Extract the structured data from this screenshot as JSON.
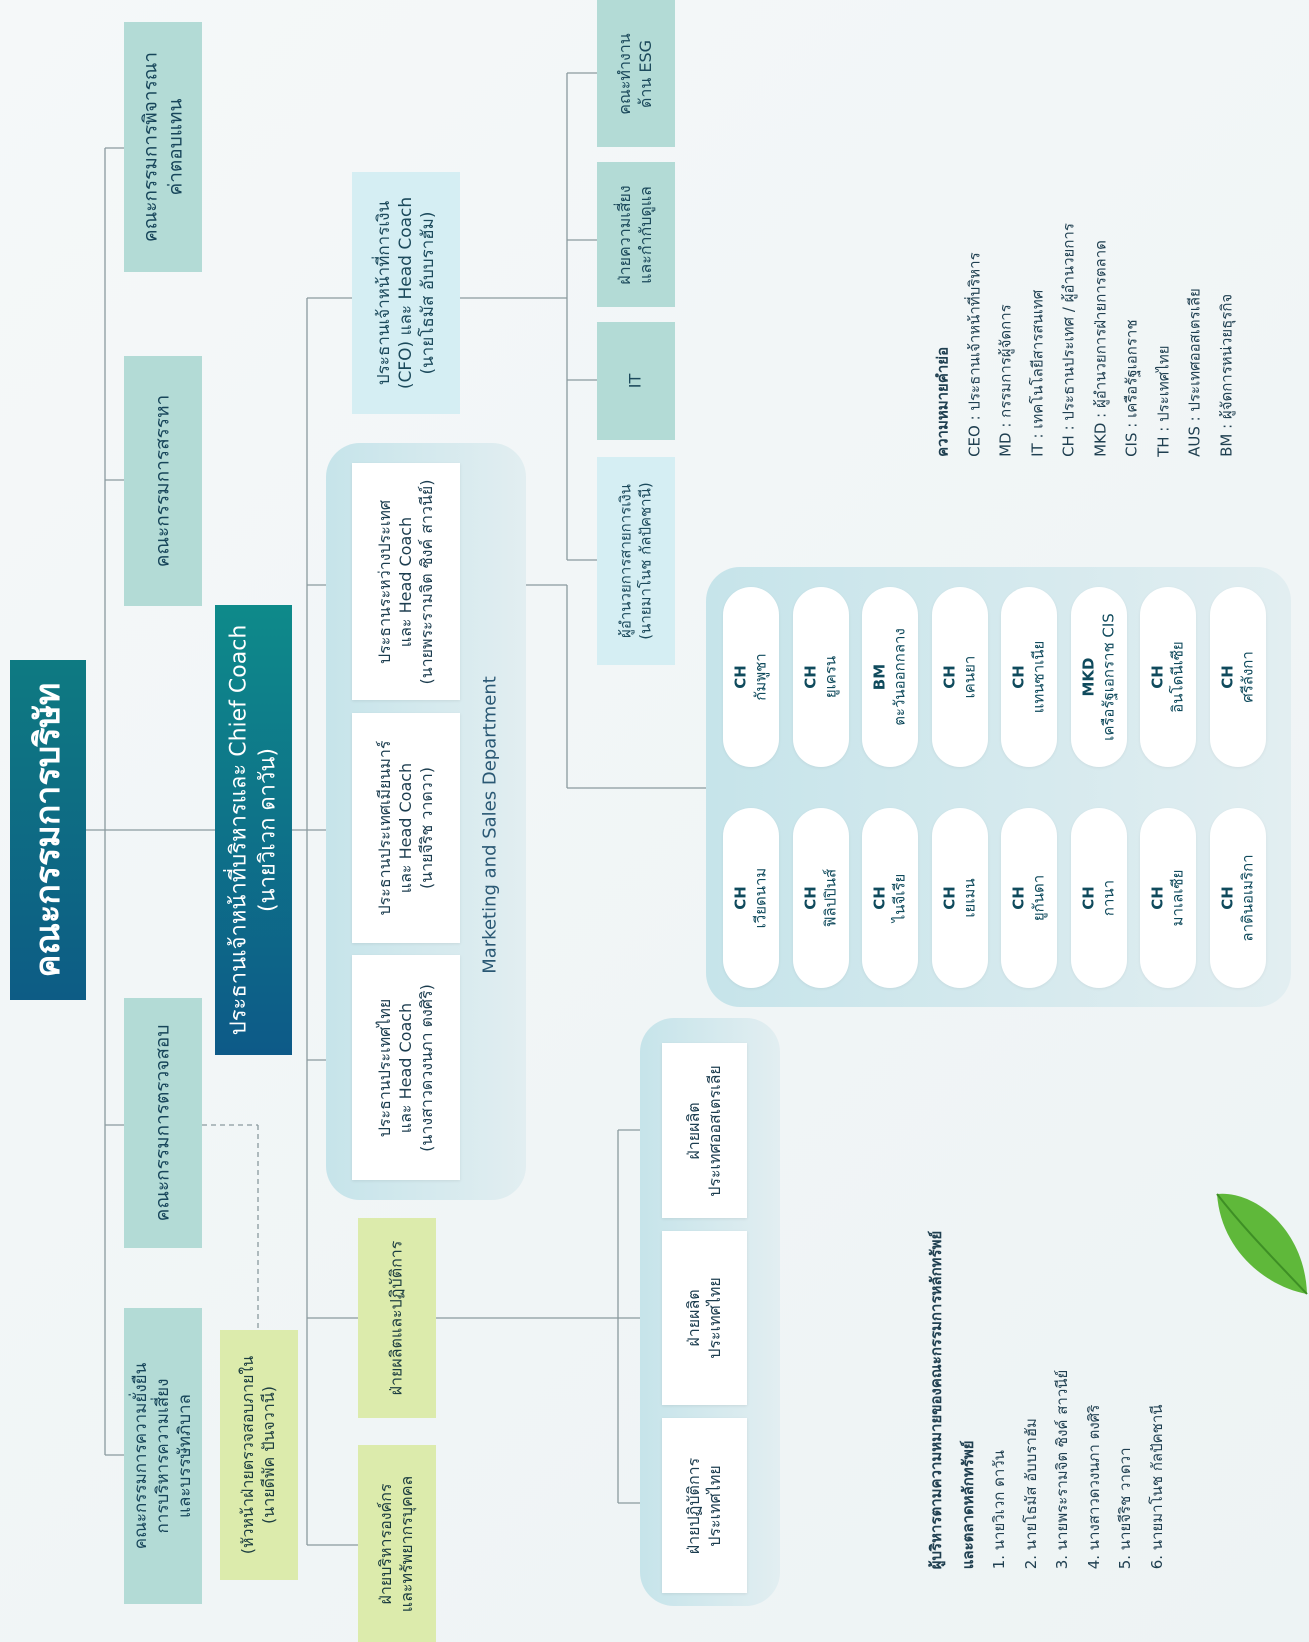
{
  "main_title": "คณะกรรมการบริษัท",
  "ceo": {
    "line1": "ประธานเจ้าหน้าที่บริหารและ Chief Coach",
    "line2": "(นายวิเวก ดาวัน)"
  },
  "committees": {
    "nomination": {
      "line1": "คณะกรรมการพิจารณา",
      "line2": "ค่าตอบแทน"
    },
    "recruitment": "คณะกรรมการสรรหา",
    "audit": "คณะกรรมการตรวจสอบ",
    "risk": {
      "line1": "คณะกรรมการความยั่งยืน",
      "line2": "การบริหารความเสี่ยง",
      "line3": "และบรรษัทภิบาล"
    }
  },
  "internal_audit": {
    "line1": "(หัวหน้าฝ่ายตรวจสอบภายใน",
    "line2": "(นายดีพัค ปันจวานี)"
  },
  "cfo": {
    "line1": "ประธานเจ้าหน้าที่การเงิน",
    "line2": "(CFO) และ Head Coach",
    "line3": "(นายโธมัส อับบราฮัม)"
  },
  "finance_units": {
    "esg": {
      "line1": "คณะทำงาน",
      "line2": "ด้าน ESG"
    },
    "risk_dept": {
      "line1": "ฝ่ายความเสี่ยง",
      "line2": "และกำกับดูแล"
    },
    "it": "IT",
    "finance_director": {
      "line1": "ผู้อำนวยการสายการเงิน",
      "line2": "(นายมาโนช กัลปัคชานี)"
    }
  },
  "presidents": {
    "intl": {
      "line1": "ประธานระหว่างประเทศ",
      "line2": "และ Head Coach",
      "line3": "(นายพระรามจิต ซิงค์ สาวนีย์)"
    },
    "myanmar": {
      "line1": "ประธานประเทศเมียนมาร์",
      "line2": "และ Head Coach",
      "line3": "(นายจีริช วาดวา)"
    },
    "thailand": {
      "line1": "ประธานประเทศไทย",
      "line2": "และ Head Coach",
      "line3": "(นางสาวดวงนภา ตงศิริ)"
    }
  },
  "marketing_label": "Marketing and Sales Department",
  "operations": {
    "prod_ops": "ฝ่ายผลิตและปฏิบัติการ",
    "hr": {
      "line1": "ฝ่ายบริหารองค์กร",
      "line2": "และทรัพยากรบุคคล"
    }
  },
  "ops_units": {
    "aus": {
      "line1": "ฝ่ายผลิต",
      "line2": "ประเทศออสเตรเลีย"
    },
    "thai_prod": {
      "line1": "ฝ่ายผลิต",
      "line2": "ประเทศไทย"
    },
    "thai_ops": {
      "line1": "ฝ่ายปฏิบัติการ",
      "line2": "ประเทศไทย"
    }
  },
  "country_heads_top": [
    {
      "code": "CH",
      "name": "กัมพูชา"
    },
    {
      "code": "CH",
      "name": "ยูเครน"
    },
    {
      "code": "BM",
      "name": "ตะวันออกกลาง"
    },
    {
      "code": "CH",
      "name": "เคนยา"
    },
    {
      "code": "CH",
      "name": "แทนซาเนีย"
    },
    {
      "code": "MKD",
      "name": "เครือรัฐเอกราช CIS"
    },
    {
      "code": "CH",
      "name": "อินโดนีเซีย"
    },
    {
      "code": "CH",
      "name": "ศรีลังกา"
    }
  ],
  "country_heads_bottom": [
    {
      "code": "CH",
      "name": "เวียดนาม"
    },
    {
      "code": "CH",
      "name": "ฟิลิปปินส์"
    },
    {
      "code": "CH",
      "name": "ไนจีเรีย"
    },
    {
      "code": "CH",
      "name": "เยเมน"
    },
    {
      "code": "CH",
      "name": "ยูกันดา"
    },
    {
      "code": "CH",
      "name": "กานา"
    },
    {
      "code": "CH",
      "name": "มาเลเซีย"
    },
    {
      "code": "CH",
      "name": "ลาตินอเมริกา"
    }
  ],
  "abbreviations": {
    "title": "ความหมายคำย่อ",
    "items": [
      "CEO  :  ประธานเจ้าหน้าที่บริหาร",
      "MD  :  กรรมการผู้จัดการ",
      "IT  :  เทคโนโลยีสารสนเทศ",
      "CH  :  ประธานประเทศ / ผู้อำนวยการ",
      "MKD  :  ผู้อำนวยการฝ่ายการตลาด",
      "CIS  :  เครือรัฐเอกราช",
      "TH  :  ประเทศไทย",
      "AUS  :  ประเทศออสเตรเลีย",
      "BM  :  ผู้จัดการหน่วยธุรกิจ"
    ]
  },
  "executives": {
    "title1": "ผู้บริหารตามความหมายของคณะกรรมการหลักทรัพย์",
    "title2": "และตลาดหลักทรัพย์",
    "items": [
      "1. นายวิเวก ดาวัน",
      "2. นายโธมัส อับบราฮัม",
      "3. นายพระรามจิต ซิงค์ สาวนีย์",
      "4. นางสาวดวงนภา ตงศิริ",
      "5. นายจีริช วาดวา",
      "6. นายมาโนช กัลปัคชานี"
    ]
  },
  "colors": {
    "teal_box": "#b3dbd6",
    "dark_header": "#0d5c85",
    "green_box": "#dcebac",
    "light_blue": "#d5eef3"
  }
}
